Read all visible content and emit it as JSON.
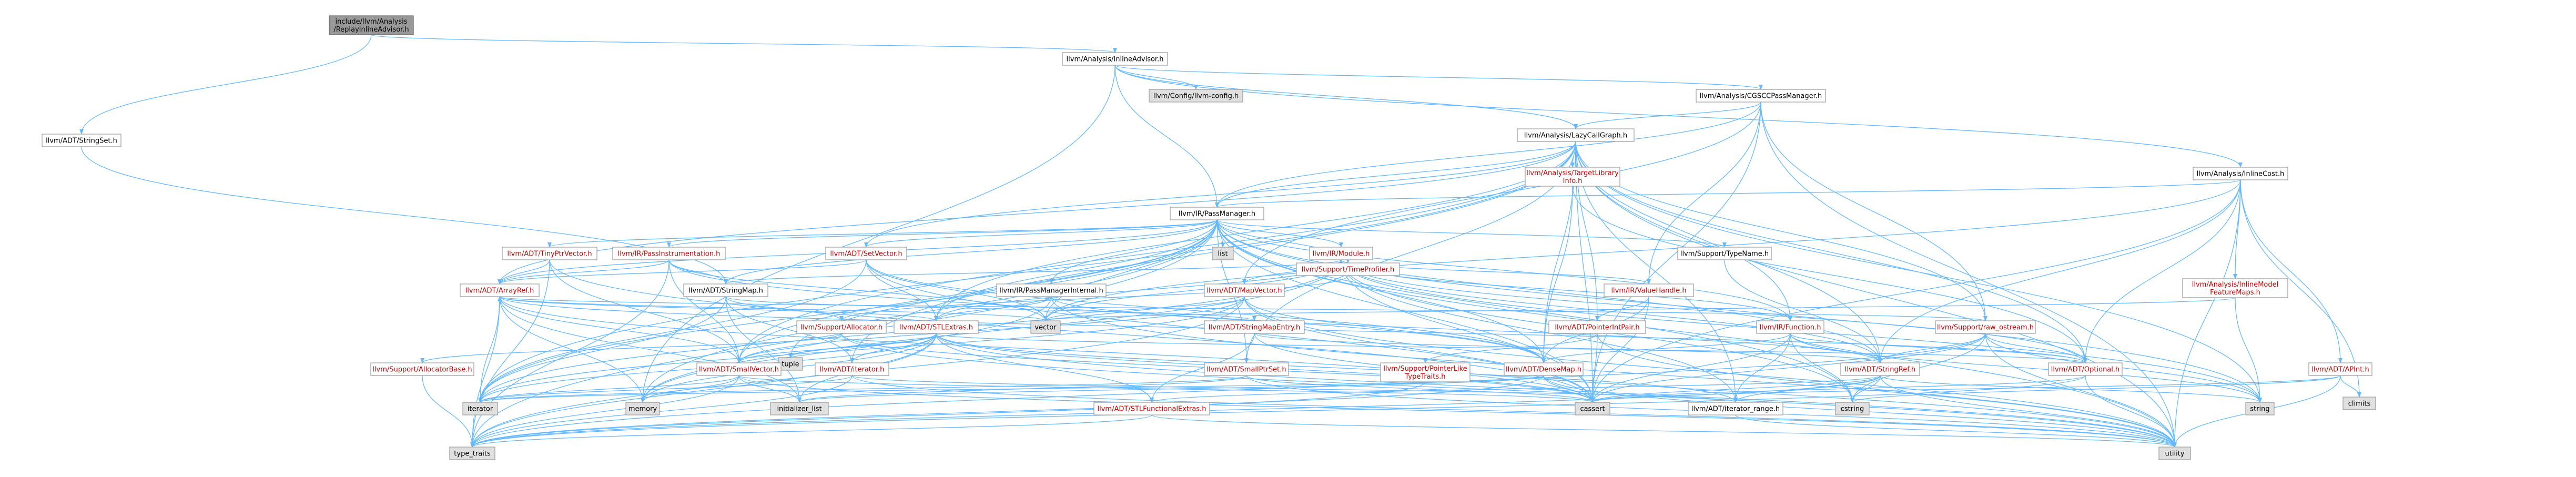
{
  "colors": {
    "edge": "#63b8ff",
    "red_text": "#cc0000",
    "focus_fill": "#999999",
    "external_fill": "#e0e0e0"
  },
  "nodes": [
    {
      "id": "inline_advisor_replay",
      "lines": [
        "include/llvm/Analysis",
        "/ReplayInlineAdvisor.h"
      ],
      "style": "focus"
    },
    {
      "id": "stringset",
      "lines": [
        "llvm/ADT/StringSet.h"
      ],
      "style": "white"
    },
    {
      "id": "inline_advisor",
      "lines": [
        "llvm/Analysis/InlineAdvisor.h"
      ],
      "style": "white"
    },
    {
      "id": "config",
      "lines": [
        "llvm/Config/llvm-config.h"
      ],
      "style": "grey"
    },
    {
      "id": "cgscc",
      "lines": [
        "llvm/Analysis/CGSCCPassManager.h"
      ],
      "style": "white"
    },
    {
      "id": "lazycg",
      "lines": [
        "llvm/Analysis/LazyCallGraph.h"
      ],
      "style": "white"
    },
    {
      "id": "inlinecost",
      "lines": [
        "llvm/Analysis/InlineCost.h"
      ],
      "style": "white"
    },
    {
      "id": "tli",
      "lines": [
        "llvm/Analysis/TargetLibrary",
        "Info.h"
      ],
      "style": "red"
    },
    {
      "id": "passmanager",
      "lines": [
        "llvm/IR/PassManager.h"
      ],
      "style": "white"
    },
    {
      "id": "list",
      "lines": [
        "list"
      ],
      "style": "grey"
    },
    {
      "id": "typename",
      "lines": [
        "llvm/Support/TypeName.h"
      ],
      "style": "white"
    },
    {
      "id": "tinyptr",
      "lines": [
        "llvm/ADT/TinyPtrVector.h"
      ],
      "style": "red"
    },
    {
      "id": "passinstr",
      "lines": [
        "llvm/IR/PassInstrumentation.h"
      ],
      "style": "red"
    },
    {
      "id": "setvector",
      "lines": [
        "llvm/ADT/SetVector.h"
      ],
      "style": "red"
    },
    {
      "id": "module",
      "lines": [
        "llvm/IR/Module.h"
      ],
      "style": "red"
    },
    {
      "id": "timeprofiler",
      "lines": [
        "llvm/Support/TimeProfiler.h"
      ],
      "style": "red"
    },
    {
      "id": "featuremaps",
      "lines": [
        "llvm/Analysis/InlineModel",
        "FeatureMaps.h"
      ],
      "style": "red"
    },
    {
      "id": "arrayref",
      "lines": [
        "llvm/ADT/ArrayRef.h"
      ],
      "style": "red"
    },
    {
      "id": "stringmap",
      "lines": [
        "llvm/ADT/StringMap.h"
      ],
      "style": "white"
    },
    {
      "id": "pminternal",
      "lines": [
        "llvm/IR/PassManagerInternal.h"
      ],
      "style": "white"
    },
    {
      "id": "mapvector",
      "lines": [
        "llvm/ADT/MapVector.h"
      ],
      "style": "red"
    },
    {
      "id": "valuehandle",
      "lines": [
        "llvm/IR/ValueHandle.h"
      ],
      "style": "red"
    },
    {
      "id": "pointerintpair",
      "lines": [
        "llvm/ADT/PointerIntPair.h"
      ],
      "style": "red"
    },
    {
      "id": "vector",
      "lines": [
        "vector"
      ],
      "style": "grey"
    },
    {
      "id": "stringmapentry",
      "lines": [
        "llvm/ADT/StringMapEntry.h"
      ],
      "style": "red"
    },
    {
      "id": "allocator",
      "lines": [
        "llvm/Support/Allocator.h"
      ],
      "style": "red"
    },
    {
      "id": "stlextras",
      "lines": [
        "llvm/ADT/STLExtras.h"
      ],
      "style": "red"
    },
    {
      "id": "function",
      "lines": [
        "llvm/IR/Function.h"
      ],
      "style": "red"
    },
    {
      "id": "raw_ostream",
      "lines": [
        "llvm/Support/raw_ostream.h"
      ],
      "style": "red"
    },
    {
      "id": "apint",
      "lines": [
        "llvm/ADT/APInt.h"
      ],
      "style": "red"
    },
    {
      "id": "tuple",
      "lines": [
        "tuple"
      ],
      "style": "grey"
    },
    {
      "id": "allocatorbase",
      "lines": [
        "llvm/Support/AllocatorBase.h"
      ],
      "style": "red"
    },
    {
      "id": "smallvector",
      "lines": [
        "llvm/ADT/SmallVector.h"
      ],
      "style": "red"
    },
    {
      "id": "iterator_h",
      "lines": [
        "llvm/ADT/iterator.h"
      ],
      "style": "red"
    },
    {
      "id": "smallptrset",
      "lines": [
        "llvm/ADT/SmallPtrSet.h"
      ],
      "style": "red"
    },
    {
      "id": "pointerlike",
      "lines": [
        "llvm/Support/PointerLike",
        "TypeTraits.h"
      ],
      "style": "red"
    },
    {
      "id": "densemap",
      "lines": [
        "llvm/ADT/DenseMap.h"
      ],
      "style": "red"
    },
    {
      "id": "stringref",
      "lines": [
        "llvm/ADT/StringRef.h"
      ],
      "style": "red"
    },
    {
      "id": "optional",
      "lines": [
        "llvm/ADT/Optional.h"
      ],
      "style": "red"
    },
    {
      "id": "climits",
      "lines": [
        "climits"
      ],
      "style": "grey"
    },
    {
      "id": "iterator",
      "lines": [
        "iterator"
      ],
      "style": "grey"
    },
    {
      "id": "memory",
      "lines": [
        "memory"
      ],
      "style": "grey"
    },
    {
      "id": "initlist",
      "lines": [
        "initializer_list"
      ],
      "style": "grey"
    },
    {
      "id": "stlfunc",
      "lines": [
        "llvm/ADT/STLFunctionalExtras.h"
      ],
      "style": "red"
    },
    {
      "id": "cassert",
      "lines": [
        "cassert"
      ],
      "style": "grey"
    },
    {
      "id": "iterrange",
      "lines": [
        "llvm/ADT/iterator_range.h"
      ],
      "style": "white"
    },
    {
      "id": "cstring",
      "lines": [
        "cstring"
      ],
      "style": "grey"
    },
    {
      "id": "string",
      "lines": [
        "string"
      ],
      "style": "grey"
    },
    {
      "id": "type_traits",
      "lines": [
        "type_traits"
      ],
      "style": "grey"
    },
    {
      "id": "utility",
      "lines": [
        "utility"
      ],
      "style": "grey"
    }
  ],
  "edges": [
    [
      "inline_advisor_replay",
      "stringset"
    ],
    [
      "inline_advisor_replay",
      "inline_advisor"
    ],
    [
      "stringset",
      "stringmap"
    ],
    [
      "inline_advisor",
      "config"
    ],
    [
      "inline_advisor",
      "cgscc"
    ],
    [
      "inline_advisor",
      "lazycg"
    ],
    [
      "inline_advisor",
      "inlinecost"
    ],
    [
      "inline_advisor",
      "passmanager"
    ],
    [
      "inline_advisor",
      "memory"
    ],
    [
      "cgscc",
      "lazycg"
    ],
    [
      "cgscc",
      "passmanager"
    ],
    [
      "cgscc",
      "valuehandle"
    ],
    [
      "cgscc",
      "raw_ostream"
    ],
    [
      "cgscc",
      "cassert"
    ],
    [
      "cgscc",
      "utility"
    ],
    [
      "cgscc",
      "mapvector"
    ],
    [
      "lazycg",
      "tli"
    ],
    [
      "lazycg",
      "passmanager"
    ],
    [
      "lazycg",
      "arrayref"
    ],
    [
      "lazycg",
      "densemap"
    ],
    [
      "lazycg",
      "optional"
    ],
    [
      "lazycg",
      "pointerintpair"
    ],
    [
      "lazycg",
      "setvector"
    ],
    [
      "lazycg",
      "smallptrset"
    ],
    [
      "lazycg",
      "smallvector"
    ],
    [
      "lazycg",
      "stringref"
    ],
    [
      "lazycg",
      "iterator_h"
    ],
    [
      "lazycg",
      "iterrange"
    ],
    [
      "lazycg",
      "raw_ostream"
    ],
    [
      "lazycg",
      "cassert"
    ],
    [
      "lazycg",
      "iterator"
    ],
    [
      "lazycg",
      "string"
    ],
    [
      "lazycg",
      "utility"
    ],
    [
      "lazycg",
      "stlextras"
    ],
    [
      "lazycg",
      "function"
    ],
    [
      "tli",
      "densemap"
    ],
    [
      "tli",
      "optional"
    ],
    [
      "inlinecost",
      "passmanager"
    ],
    [
      "inlinecost",
      "featuremaps"
    ],
    [
      "inlinecost",
      "apint"
    ],
    [
      "inlinecost",
      "optional"
    ],
    [
      "inlinecost",
      "climits"
    ],
    [
      "inlinecost",
      "cassert"
    ],
    [
      "inlinecost",
      "utility"
    ],
    [
      "inlinecost",
      "stringref"
    ],
    [
      "inlinecost",
      "vector"
    ],
    [
      "featuremaps",
      "string"
    ],
    [
      "featuremaps",
      "vector"
    ],
    [
      "passmanager",
      "list"
    ],
    [
      "passmanager",
      "typename"
    ],
    [
      "passmanager",
      "tinyptr"
    ],
    [
      "passmanager",
      "passinstr"
    ],
    [
      "passmanager",
      "setvector"
    ],
    [
      "passmanager",
      "module"
    ],
    [
      "passmanager",
      "timeprofiler"
    ],
    [
      "passmanager",
      "stringref"
    ],
    [
      "passmanager",
      "arrayref"
    ],
    [
      "passmanager",
      "stringmap"
    ],
    [
      "passmanager",
      "pminternal"
    ],
    [
      "passmanager",
      "densemap"
    ],
    [
      "passmanager",
      "function"
    ],
    [
      "passmanager",
      "smallptrset"
    ],
    [
      "passmanager",
      "smallvector"
    ],
    [
      "passmanager",
      "stlextras"
    ],
    [
      "passmanager",
      "cassert"
    ],
    [
      "passmanager",
      "cstring"
    ],
    [
      "passmanager",
      "iterator"
    ],
    [
      "passmanager",
      "memory"
    ],
    [
      "passmanager",
      "tuple"
    ],
    [
      "passmanager",
      "type_traits"
    ],
    [
      "passmanager",
      "utility"
    ],
    [
      "passmanager",
      "vector"
    ],
    [
      "passmanager",
      "string"
    ],
    [
      "typename",
      "stringref"
    ],
    [
      "tinyptr",
      "arrayref"
    ],
    [
      "tinyptr",
      "smallvector"
    ],
    [
      "tinyptr",
      "cassert"
    ],
    [
      "tinyptr",
      "type_traits"
    ],
    [
      "passinstr",
      "arrayref"
    ],
    [
      "passinstr",
      "densemap"
    ],
    [
      "passinstr",
      "smallvector"
    ],
    [
      "passinstr",
      "stringmap"
    ],
    [
      "passinstr",
      "type_traits"
    ],
    [
      "passinstr",
      "vector"
    ],
    [
      "setvector",
      "arrayref"
    ],
    [
      "setvector",
      "densemap"
    ],
    [
      "setvector",
      "stlextras"
    ],
    [
      "setvector",
      "vector"
    ],
    [
      "setvector",
      "cassert"
    ],
    [
      "setvector",
      "iterator"
    ],
    [
      "module",
      "stlextras"
    ],
    [
      "module",
      "stringmap"
    ],
    [
      "module",
      "stringref"
    ],
    [
      "module",
      "iterrange"
    ],
    [
      "module",
      "function"
    ],
    [
      "module",
      "mapvector"
    ],
    [
      "module",
      "valuehandle"
    ],
    [
      "module",
      "optional"
    ],
    [
      "module",
      "vector"
    ],
    [
      "module",
      "string"
    ],
    [
      "module",
      "iterator"
    ],
    [
      "module",
      "memory"
    ],
    [
      "module",
      "cstring"
    ],
    [
      "module",
      "cassert"
    ],
    [
      "timeprofiler",
      "allocator"
    ],
    [
      "arrayref",
      "smallvector"
    ],
    [
      "arrayref",
      "stlextras"
    ],
    [
      "arrayref",
      "iterator"
    ],
    [
      "arrayref",
      "memory"
    ],
    [
      "arrayref",
      "initlist"
    ],
    [
      "arrayref",
      "vector"
    ],
    [
      "arrayref",
      "type_traits"
    ],
    [
      "arrayref",
      "cassert"
    ],
    [
      "arrayref",
      "optional"
    ],
    [
      "stringmap",
      "stringmapentry"
    ],
    [
      "stringmap",
      "allocator"
    ],
    [
      "stringmap",
      "iterator_h"
    ],
    [
      "stringmap",
      "initlist"
    ],
    [
      "stringmap",
      "iterator"
    ],
    [
      "pminternal",
      "stlextras"
    ],
    [
      "pminternal",
      "stringref"
    ],
    [
      "pminternal",
      "memory"
    ],
    [
      "pminternal",
      "utility"
    ],
    [
      "mapvector",
      "densemap"
    ],
    [
      "mapvector",
      "smallvector"
    ],
    [
      "mapvector",
      "cassert"
    ],
    [
      "mapvector",
      "iterator"
    ],
    [
      "mapvector",
      "type_traits"
    ],
    [
      "mapvector",
      "utility"
    ],
    [
      "mapvector",
      "vector"
    ],
    [
      "valuehandle",
      "densemap"
    ],
    [
      "valuehandle",
      "pointerintpair"
    ],
    [
      "valuehandle",
      "cassert"
    ],
    [
      "pointerintpair",
      "pointerlike"
    ],
    [
      "pointerintpair",
      "cassert"
    ],
    [
      "pointerintpair",
      "utility"
    ],
    [
      "stringmapentry",
      "stringref"
    ],
    [
      "stringmapentry",
      "stlfunc"
    ],
    [
      "stringmapentry",
      "utility"
    ],
    [
      "allocator",
      "allocatorbase"
    ],
    [
      "allocator",
      "smallvector"
    ],
    [
      "allocator",
      "cassert"
    ],
    [
      "allocator",
      "utility"
    ],
    [
      "stlextras",
      "stlfunc"
    ],
    [
      "stlextras",
      "iterator_h"
    ],
    [
      "stlextras",
      "iterrange"
    ],
    [
      "stlextras",
      "optional"
    ],
    [
      "stlextras",
      "smallvector"
    ],
    [
      "stlextras",
      "cassert"
    ],
    [
      "stlextras",
      "initlist"
    ],
    [
      "stlextras",
      "iterator"
    ],
    [
      "stlextras",
      "memory"
    ],
    [
      "stlextras",
      "tuple"
    ],
    [
      "stlextras",
      "type_traits"
    ],
    [
      "stlextras",
      "utility"
    ],
    [
      "function",
      "densemap"
    ],
    [
      "function",
      "stringref"
    ],
    [
      "function",
      "iterrange"
    ],
    [
      "function",
      "optional"
    ],
    [
      "function",
      "cassert"
    ],
    [
      "function",
      "cstring"
    ],
    [
      "function",
      "string"
    ],
    [
      "raw_ostream",
      "arrayref"
    ],
    [
      "raw_ostream",
      "stringref"
    ],
    [
      "raw_ostream",
      "optional"
    ],
    [
      "raw_ostream",
      "cassert"
    ],
    [
      "raw_ostream",
      "cstring"
    ],
    [
      "raw_ostream",
      "string"
    ],
    [
      "raw_ostream",
      "type_traits"
    ],
    [
      "raw_ostream",
      "utility"
    ],
    [
      "apint",
      "cassert"
    ],
    [
      "apint",
      "climits"
    ],
    [
      "apint",
      "cstring"
    ],
    [
      "apint",
      "utility"
    ],
    [
      "allocatorbase",
      "type_traits"
    ],
    [
      "smallvector",
      "cassert"
    ],
    [
      "smallvector",
      "iterator"
    ],
    [
      "smallvector",
      "memory"
    ],
    [
      "smallvector",
      "initlist"
    ],
    [
      "smallvector",
      "type_traits"
    ],
    [
      "smallvector",
      "utility"
    ],
    [
      "iterator_h",
      "iterrange"
    ],
    [
      "iterator_h",
      "iterator"
    ],
    [
      "iterator_h",
      "type_traits"
    ],
    [
      "iterator_h",
      "utility"
    ],
    [
      "smallptrset",
      "iterator"
    ],
    [
      "smallptrset",
      "initlist"
    ],
    [
      "smallptrset",
      "cassert"
    ],
    [
      "smallptrset",
      "utility"
    ],
    [
      "pointerlike",
      "type_traits"
    ],
    [
      "densemap",
      "cassert"
    ],
    [
      "densemap",
      "initlist"
    ],
    [
      "densemap",
      "iterator"
    ],
    [
      "densemap",
      "type_traits"
    ],
    [
      "densemap",
      "utility"
    ],
    [
      "stringref",
      "stlfunc"
    ],
    [
      "stringref",
      "iterrange"
    ],
    [
      "stringref",
      "cassert"
    ],
    [
      "stringref",
      "cstring"
    ],
    [
      "stringref",
      "string"
    ],
    [
      "stringref",
      "type_traits"
    ],
    [
      "stringref",
      "utility"
    ],
    [
      "optional",
      "cassert"
    ],
    [
      "optional",
      "utility"
    ],
    [
      "optional",
      "type_traits"
    ],
    [
      "stlfunc",
      "type_traits"
    ],
    [
      "stlfunc",
      "utility"
    ],
    [
      "iterrange",
      "utility"
    ]
  ]
}
